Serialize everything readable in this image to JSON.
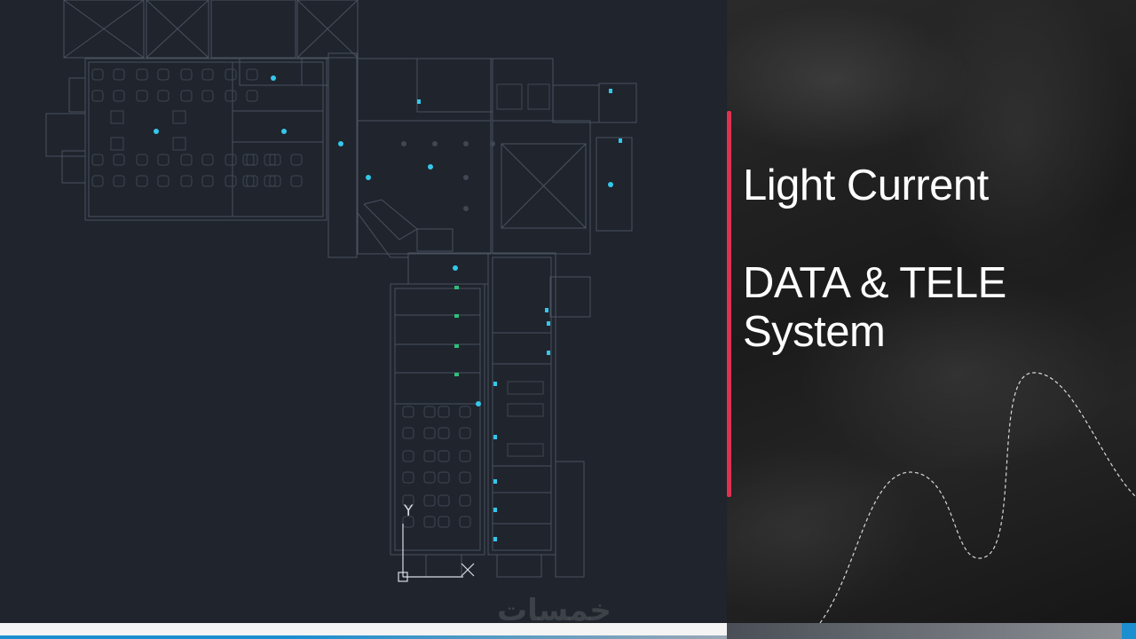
{
  "slide": {
    "title_line1": "Light Current",
    "title_line2": "DATA & TELE",
    "title_line3": "System"
  },
  "drawing": {
    "ucs_y_label": "Y"
  },
  "watermark": {
    "text": "خمسات"
  },
  "colors": {
    "cad_background": "#1f242d",
    "accent": "#e0314f",
    "text": "#ffffff",
    "brand_blue": "#1b8fd0"
  }
}
